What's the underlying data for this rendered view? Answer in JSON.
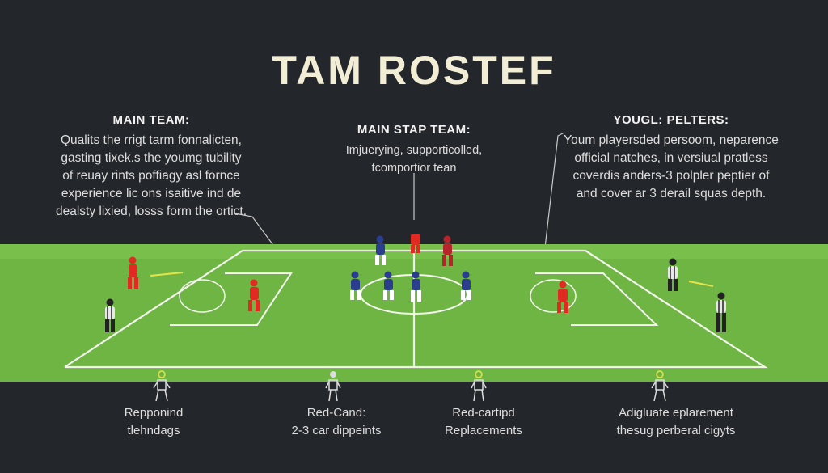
{
  "title": "TAM ROSTEF",
  "panels": {
    "left": {
      "heading": "MAIN TEAM:",
      "text": "Qualits the rrigt tarm fonnalicten,\ngasting tixek.s the youmg tubility\nof reuay rints poffiagy asl fornce\nexperience lic ons isaitive ind de\ndealsty lixied, losss form the ortict."
    },
    "center": {
      "heading": "MAIN STAP TEAM:",
      "text": "Imjuerying, supporticolled,\ntcomportior tean"
    },
    "right": {
      "heading": "YOUGL: PELTERS:",
      "text": "Youm playersded persoom, neparence\nofficial natches, in versiual pratless\ncoverdis anders-3 polpler peptier of\nand  cover ar 3 derail squas depth."
    }
  },
  "bottom_items": [
    {
      "text": "Repponind\ntlehndags"
    },
    {
      "text": "Red-Cand:\n2-3 car dippeints"
    },
    {
      "text": "Red-cartipd\nReplacements"
    },
    {
      "text": "Adigluate eplarement\nthesug perberal cigyts"
    }
  ],
  "colors": {
    "background": "#23262a",
    "pitch": "#6eb544",
    "pitch_line": "#f4f6ee",
    "red_team": "#e02a22",
    "blue_team": "#2a3d8f",
    "referee": "#e8e8e8",
    "arrow": "#e8e24a"
  }
}
